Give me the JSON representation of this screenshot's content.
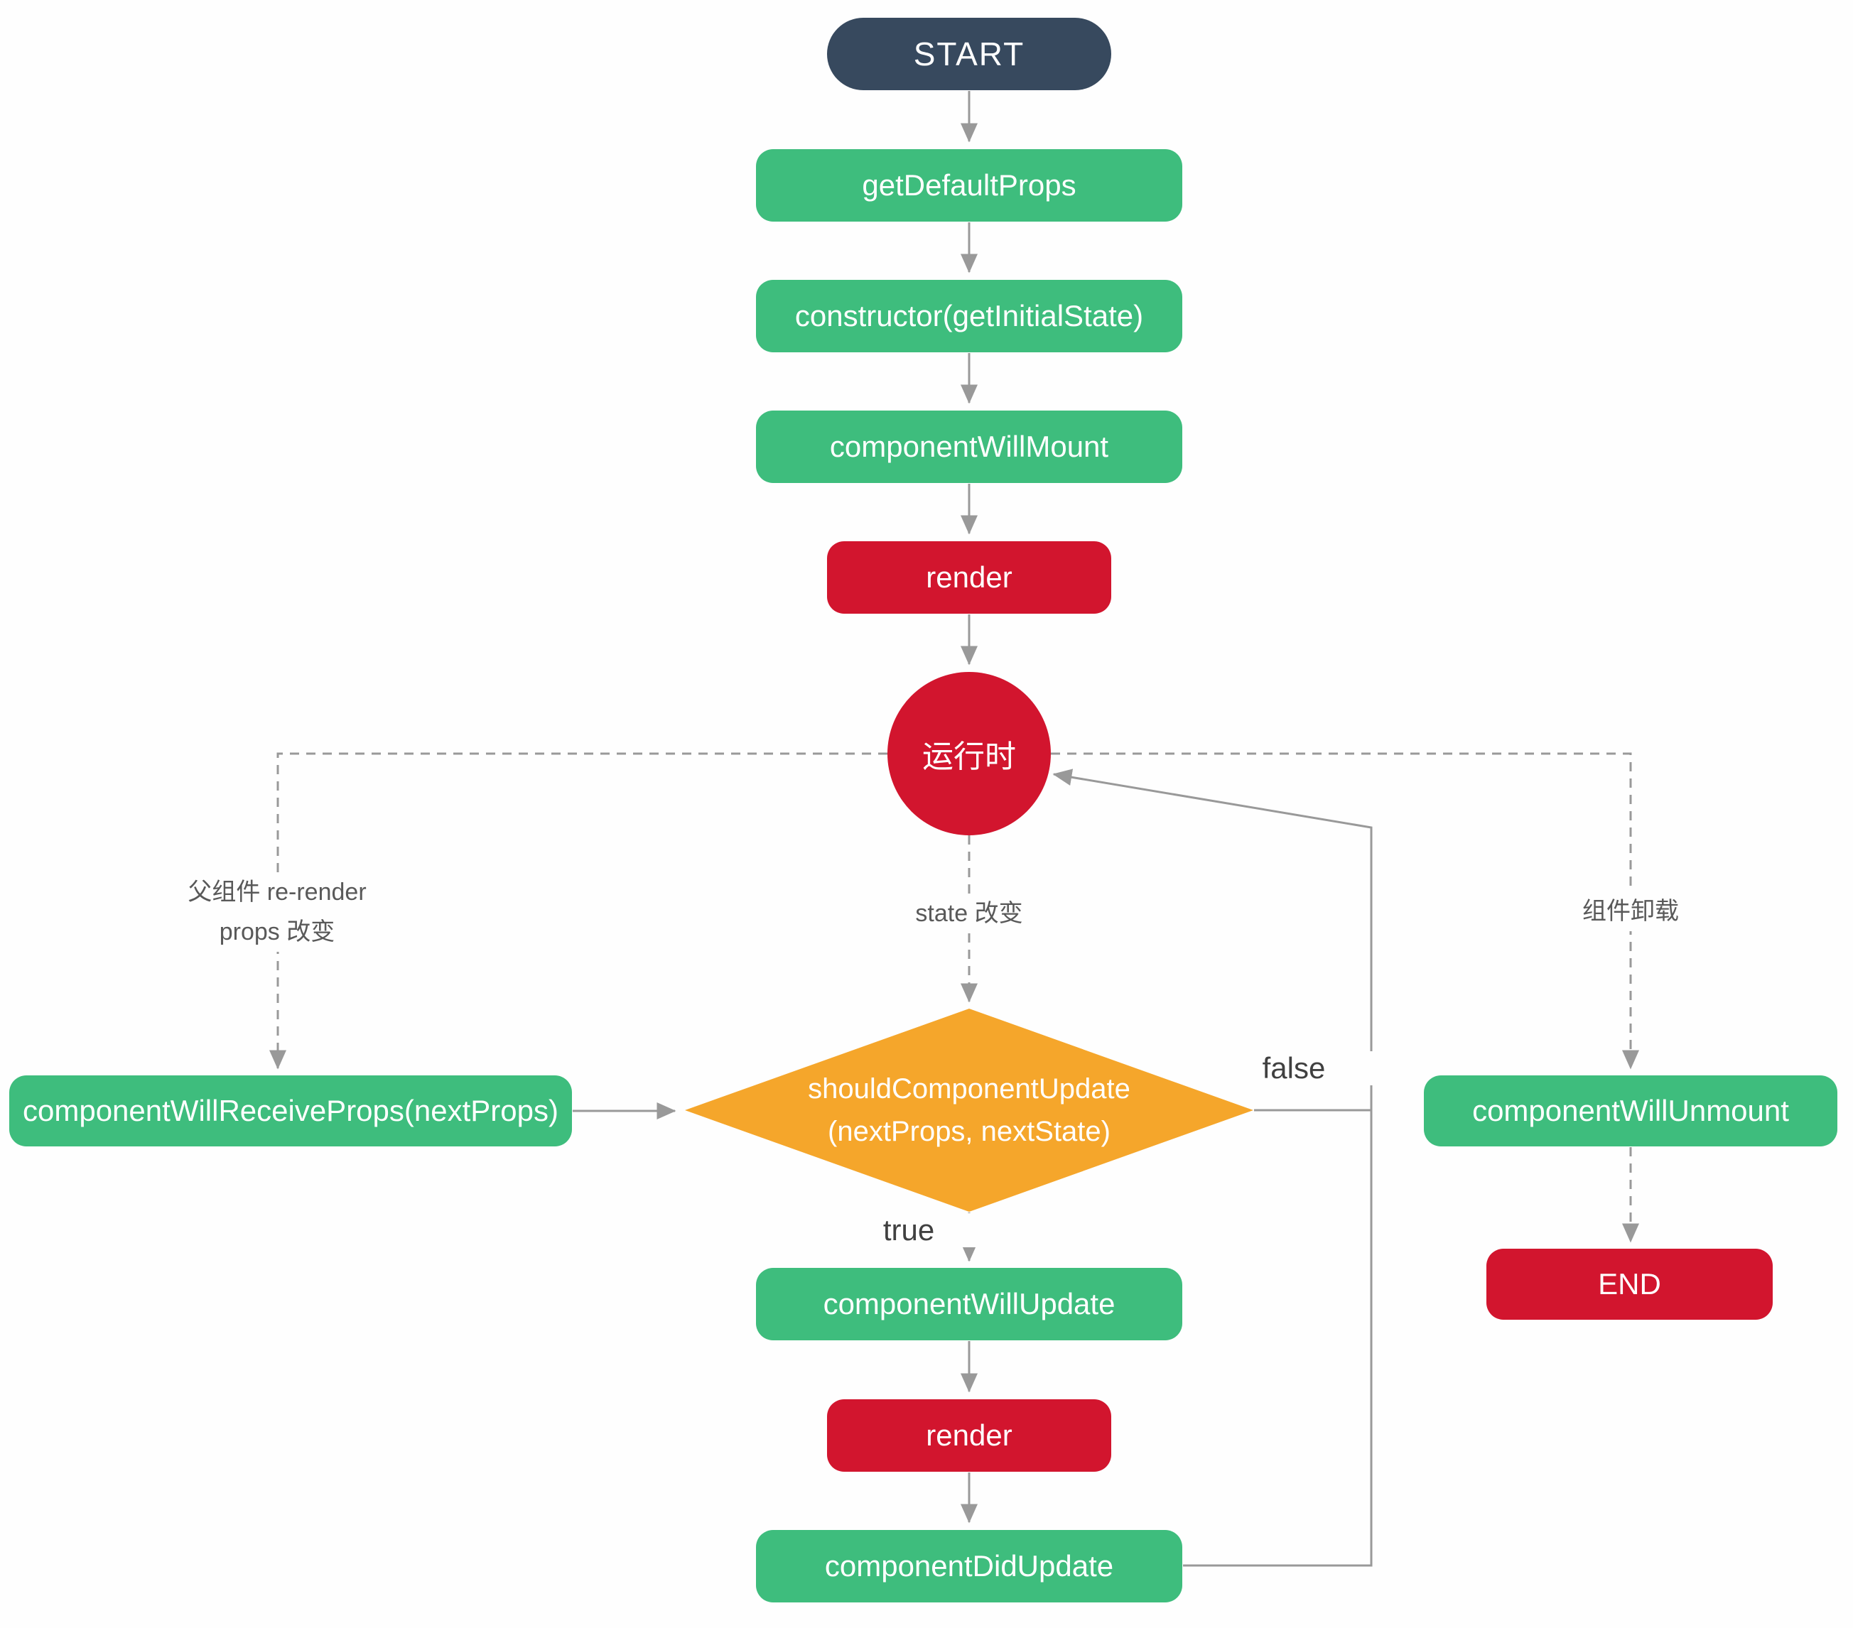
{
  "nodes": {
    "start": {
      "label": "START"
    },
    "get_default_props": {
      "label": "getDefaultProps"
    },
    "constructor_node": {
      "label": "constructor(getInitialState)"
    },
    "component_will_mount": {
      "label": "componentWillMount"
    },
    "render_initial": {
      "label": "render"
    },
    "runtime": {
      "label": "运行时"
    },
    "component_will_receive_props": {
      "label": "componentWillReceiveProps(nextProps)"
    },
    "should_component_update": {
      "label_line1": "shouldComponentUpdate",
      "label_line2": "(nextProps, nextState)"
    },
    "component_will_update": {
      "label": "componentWillUpdate"
    },
    "render_update": {
      "label": "render"
    },
    "component_did_update": {
      "label": "componentDidUpdate"
    },
    "component_will_unmount": {
      "label": "componentWillUnmount"
    },
    "end": {
      "label": "END"
    }
  },
  "edge_labels": {
    "parent_rerender_line1": "父组件 re-render",
    "parent_rerender_line2": "props 改变",
    "state_change": "state 改变",
    "component_unmount": "组件卸载",
    "branch_true": "true",
    "branch_false": "false"
  },
  "colors": {
    "dark": "#37495e",
    "green": "#3ebd7d",
    "red": "#d2152e",
    "orange": "#f5a62b",
    "line": "#999999",
    "label-text": "#595959"
  }
}
